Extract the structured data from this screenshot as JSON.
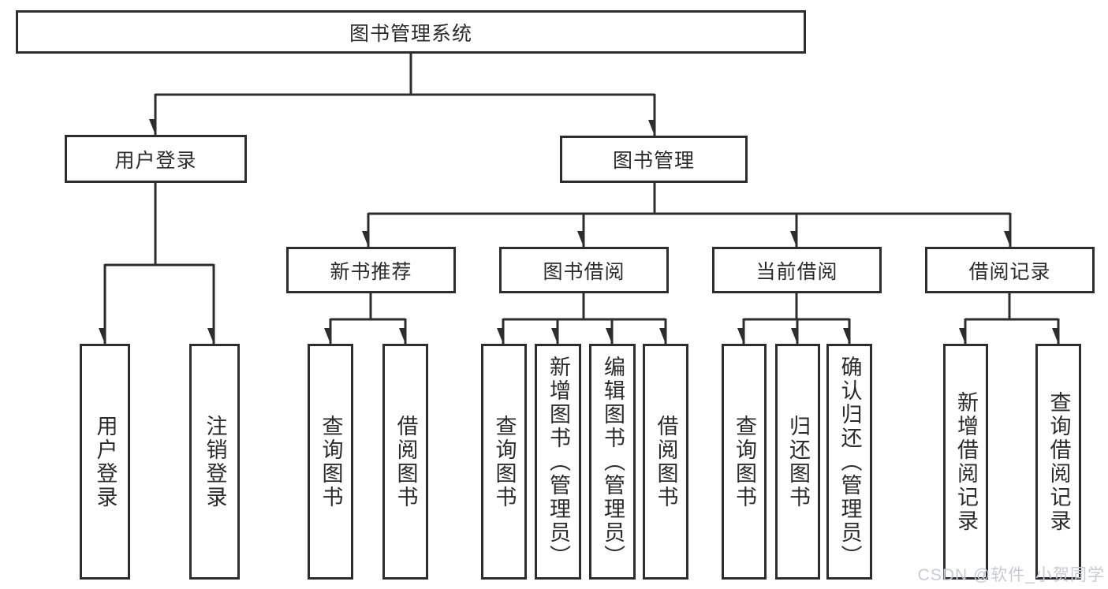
{
  "colors": {
    "line": "#2d2d2d",
    "box_background": "#ffffff",
    "text": "#2b2b2b",
    "watermark": "#c9cad4"
  },
  "watermark": {
    "text": "CSDN @软件_小贺同学"
  },
  "tree": {
    "root": "图书管理系统",
    "children": [
      {
        "label": "用户登录",
        "children": [
          "用户登录",
          "注销登录"
        ]
      },
      {
        "label": "图书管理",
        "children": [
          {
            "label": "新书推荐",
            "children": [
              "查询图书",
              "借阅图书"
            ]
          },
          {
            "label": "图书借阅",
            "children": [
              "查询图书",
              "新增图书（管理员）",
              "编辑图书（管理员）",
              "借阅图书"
            ]
          },
          {
            "label": "当前借阅",
            "children": [
              "查询图书",
              "归还图书",
              "确认归还（管理员）"
            ]
          },
          {
            "label": "借阅记录",
            "children": [
              "新增借阅记录",
              "查询借阅记录"
            ]
          }
        ]
      }
    ]
  }
}
